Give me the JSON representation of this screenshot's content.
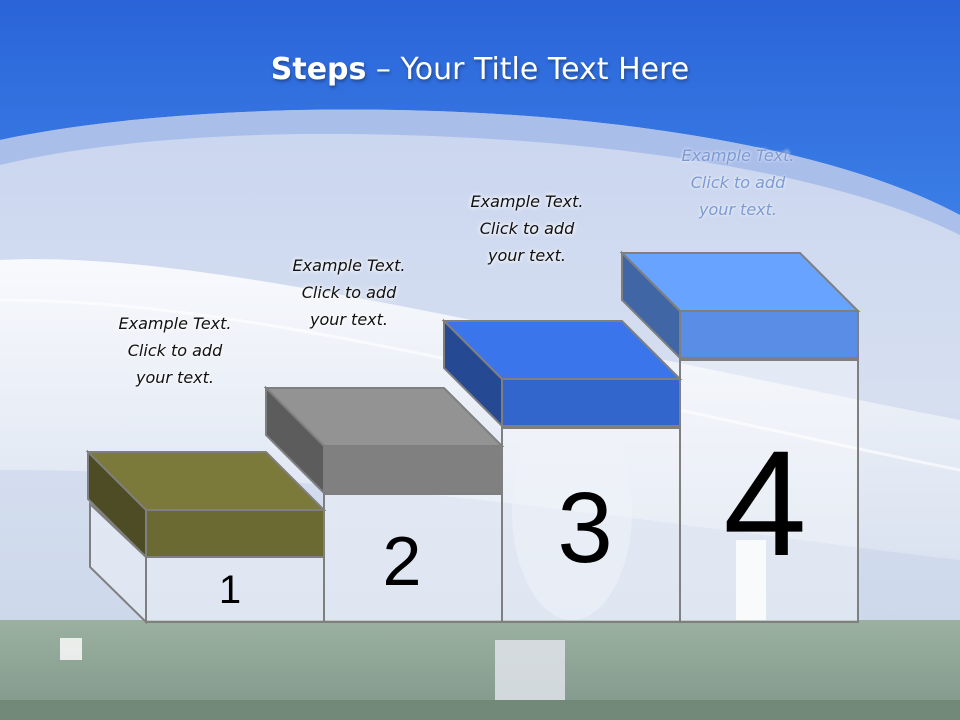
{
  "slide": {
    "title_bold": "Steps",
    "title_rest": " – Your Title Text Here"
  },
  "steps": [
    {
      "number": "1",
      "caption": [
        "Example Text.",
        "Click  to add",
        "your text."
      ],
      "color": "#6b6a33"
    },
    {
      "number": "2",
      "caption": [
        "Example Text.",
        "Click  to add",
        "your text."
      ],
      "color": "#808080"
    },
    {
      "number": "3",
      "caption": [
        "Example Text.",
        "Click  to add",
        "your text."
      ],
      "color": "#3366cc"
    },
    {
      "number": "4",
      "caption": [
        "Example Text.",
        "Click  to add",
        "your text."
      ],
      "color": "#5a8ee6"
    }
  ],
  "colors": {
    "sky_top": "#2f6fde",
    "sky_band": "#a9bde8",
    "box_outline": "#7f7f7f"
  }
}
